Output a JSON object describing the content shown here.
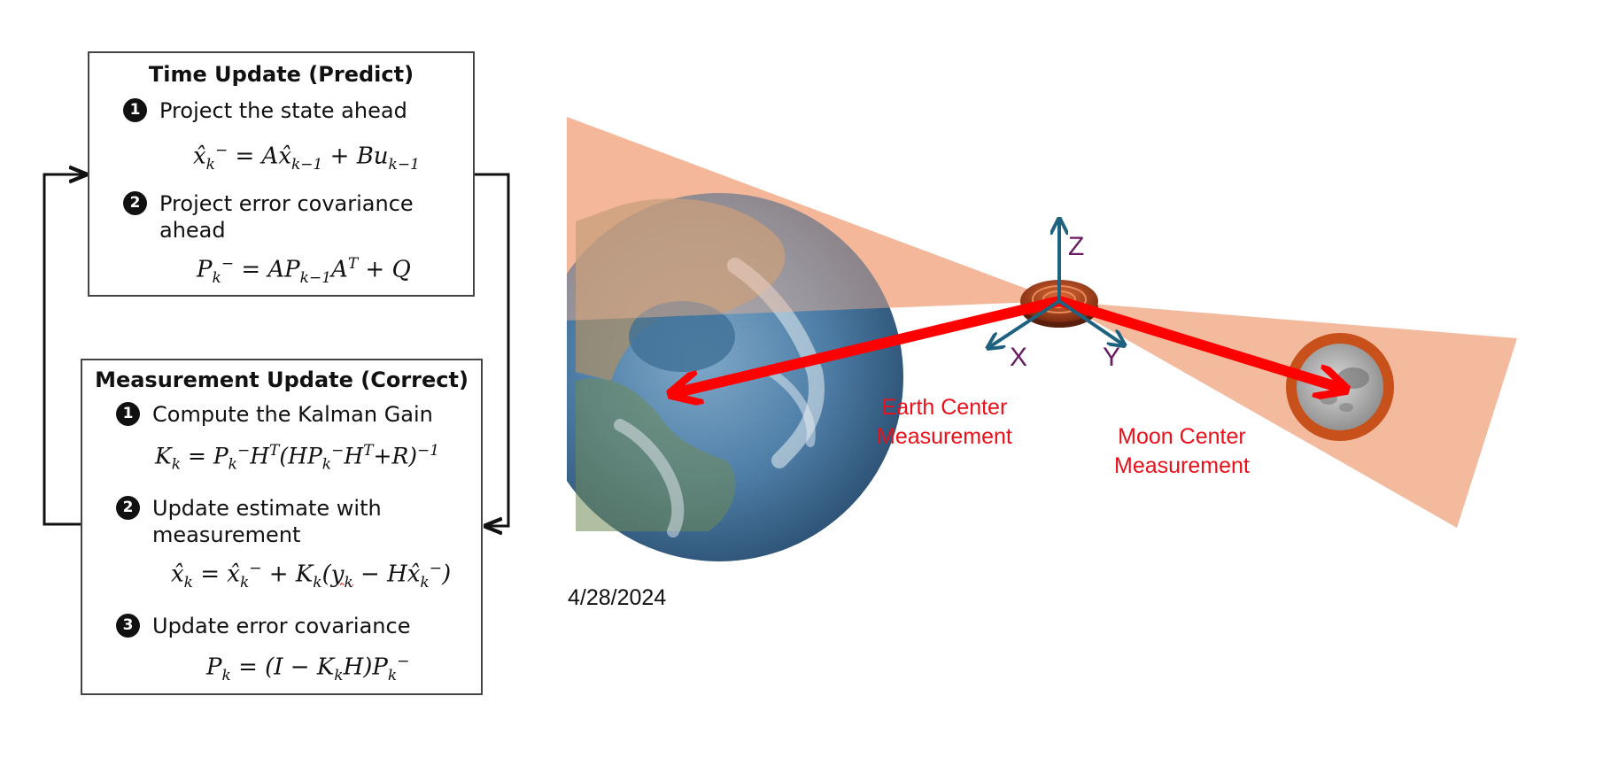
{
  "time_update": {
    "title": "Time Update (Predict)",
    "steps": [
      {
        "num": "1",
        "label": "Project the state ahead"
      },
      {
        "num": "2",
        "label_line1": "Project error covariance",
        "label_line2": "ahead"
      }
    ],
    "equations": {
      "state_prior": {
        "lhs": "x̂",
        "lhs_sub": "k",
        "lhs_sup": "−",
        "rhs_1": " = A",
        "rhs_x": "x̂",
        "rhs_x_sub": "k−1",
        "rhs_2": " + B",
        "rhs_u": "u",
        "rhs_u_sub": "k−1"
      },
      "cov_prior": {
        "lhs": "P",
        "lhs_sub": "k",
        "lhs_sup": "−",
        "rhs_1": " = AP",
        "rhs_sub": "k−1",
        "rhs_2": "A",
        "rhs_sup": "T",
        "rhs_3": " + Q"
      }
    }
  },
  "measurement_update": {
    "title": "Measurement Update (Correct)",
    "steps": [
      {
        "num": "1",
        "label": "Compute the Kalman Gain"
      },
      {
        "num": "2",
        "label_line1": "Update estimate with",
        "label_line2": "measurement"
      },
      {
        "num": "3",
        "label": "Update error covariance"
      }
    ],
    "equations": {
      "gain": {
        "lhs": "K",
        "lhs_sub": "k",
        "eq": " = P",
        "p_sub": "k",
        "p_sup": "−",
        "h": "H",
        "h_sup": "T",
        "paren_open": "(HP",
        "p2_sub": "k",
        "p2_sup": "−",
        "h2": "H",
        "h2_sup": "T",
        "tail": "+R)",
        "tail_sup": "−1"
      },
      "estimate": {
        "lhs": "x̂",
        "lhs_sub": "k",
        "eq": " = x̂",
        "x_sub": "k",
        "x_sup": "−",
        "plus": " + K",
        "k_sub": "k",
        "open": "(",
        "y": "y",
        "y_sub": "k",
        "minus": " − Hx̂",
        "hx_sub": "k",
        "hx_sup": "−",
        "close": ")"
      },
      "cov_post": {
        "lhs": "P",
        "lhs_sub": "k",
        "eq": " = (I − K",
        "k_sub": "k",
        "h": "H)P",
        "p_sub": "k",
        "p_sup": "−"
      }
    }
  },
  "labels": {
    "earth_center": [
      "Earth Center",
      "Measurement"
    ],
    "moon_center": [
      "Moon Center",
      "Measurement"
    ],
    "axis_x": "X",
    "axis_y": "Y",
    "axis_z": "Z",
    "date": "4/28/2024"
  },
  "colors": {
    "fov_cone": "#f3b393",
    "measurement_arrow": "#ff0000",
    "axis": "#1f6280",
    "axis_label": "#6a1b63",
    "moon_ring": "#c8501a",
    "spacecraft": "#b8461d"
  }
}
